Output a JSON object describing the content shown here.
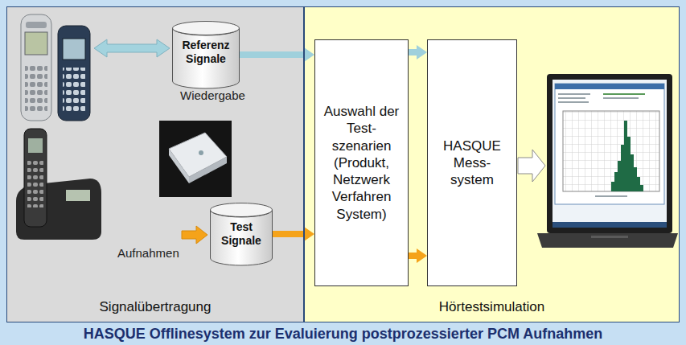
{
  "diagram": {
    "title": "HASQUE Offlinesystem zur Evaluierung postprozessierter PCM Aufnahmen",
    "nodes": [
      {
        "text": [
          "Signalübertragung"
        ]
      },
      {
        "text": [
          "Hörtestsimulation"
        ]
      },
      {
        "text": [
          "Referenz Signale"
        ],
        "in": 0
      },
      {
        "text": [
          "Test Signale"
        ],
        "in": 0
      },
      {
        "text": [
          "Auswahl der Test- szenarien (Produkt, Netzwerk Verfahren System)"
        ],
        "in": 1
      },
      {
        "text": [
          "HASQUE Mess- system"
        ],
        "in": 1
      }
    ],
    "edges": [
      {
        "from": 2,
        "to": 4,
        "arrow": "to"
      },
      {
        "from": 3,
        "to": 4,
        "arrow": "to"
      },
      {
        "from": 4,
        "to": 5,
        "arrow": "to"
      },
      {
        "from": 4,
        "to": 5,
        "arrow": "to"
      }
    ],
    "labels": [
      "Wiedergabe",
      "Aufnahmen"
    ]
  }
}
